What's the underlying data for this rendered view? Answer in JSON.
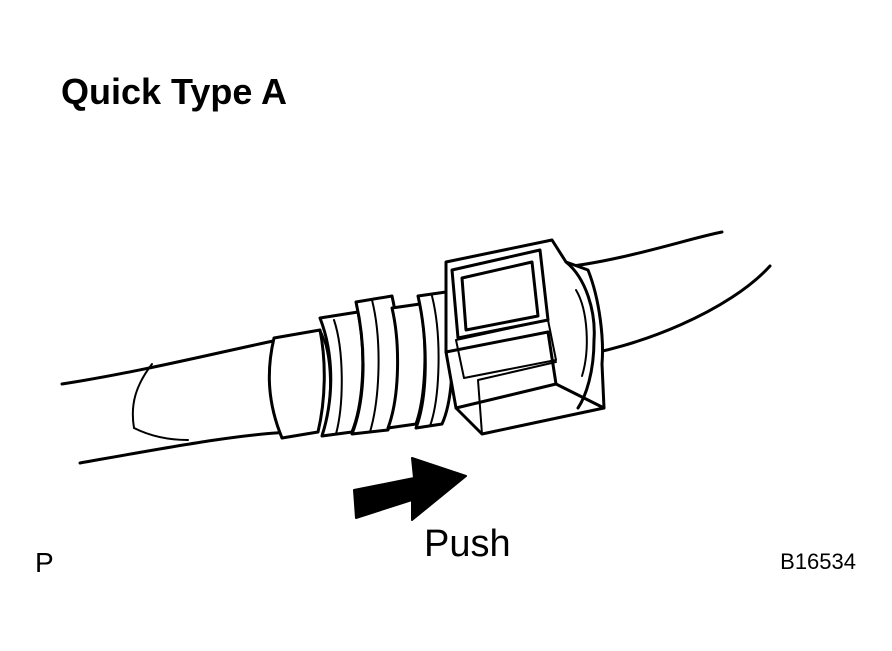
{
  "title": "Quick Type A",
  "action_label": "Push",
  "corner_letter": "P",
  "figure_code": "B16534",
  "icons": {
    "arrow": "push-arrow-icon"
  }
}
